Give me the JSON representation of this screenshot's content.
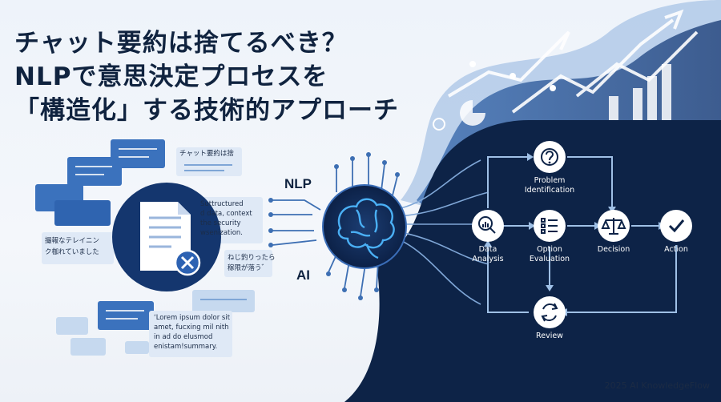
{
  "title_lines": [
    "チャット要約は捨てるべき？",
    "NLPで意思決定プロセスを",
    "「構造化」する技術的アプローチ"
  ],
  "left_labels": {
    "nlp": "NLP",
    "ai": "AI"
  },
  "bubble_texts": {
    "jp_top": "チャット要約は捨",
    "jp_left_line1": "撮報なテレイニン",
    "jp_left_line2": "ク枷れていました",
    "unstructured": [
      "Suttructured",
      "d data, context",
      "the security",
      "wsenization."
    ],
    "jp_mid_line1": "ねじ釣りったら",
    "jp_mid_line2": "稼限が落う゛",
    "lorem": [
      "‘Lorem ipsum dolor sit",
      "amet, fucxing mil nith",
      "in ad do elusmod",
      "enistam!summary."
    ]
  },
  "flow_nodes": {
    "problem": [
      "Problem",
      "Identification"
    ],
    "data": [
      "Data",
      "Analysis"
    ],
    "option": [
      "Option",
      "Evaluation"
    ],
    "decision": "Decision",
    "action": "Action",
    "review": "Review"
  },
  "icons": [
    "question-icon",
    "magnifier-chart-icon",
    "checklist-icon",
    "scales-icon",
    "checkmark-icon",
    "refresh-icon",
    "brain-icon",
    "document-icon",
    "close-icon"
  ],
  "colors": {
    "navy": "#0d2347",
    "blue": "#3d72b8",
    "light_blue": "#9fc0e6",
    "accent": "#5da3ea"
  },
  "footer": "2025 AI KnowledgeFlow"
}
